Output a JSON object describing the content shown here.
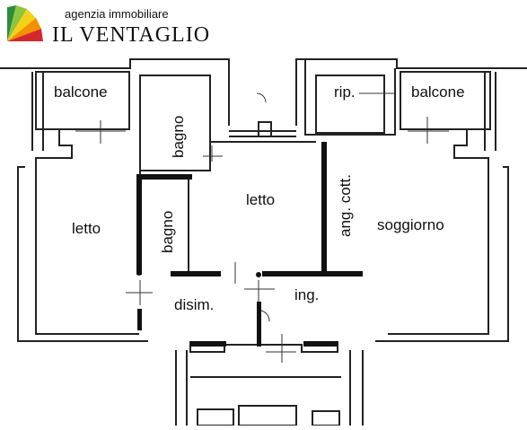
{
  "brand": {
    "tagline": "agenzia immobiliare",
    "name": "IL VENTAGLIO",
    "logo_colors": [
      "#2e8b3e",
      "#8cc63f",
      "#f7d117",
      "#f39200",
      "#d7262b"
    ]
  },
  "rooms": {
    "balcony_left": "balcone",
    "bathroom_upper": "bagno",
    "bathroom_lower": "bagno",
    "bedroom_left": "letto",
    "bedroom_center": "letto",
    "storage": "rip.",
    "balcony_right": "balcone",
    "kitchenette": "ang. cott.",
    "living_room": "soggiorno",
    "hallway": "disim.",
    "entrance": "ing."
  },
  "colors": {
    "wall": "#111111",
    "line": "#222222",
    "paper": "#ffffff"
  }
}
